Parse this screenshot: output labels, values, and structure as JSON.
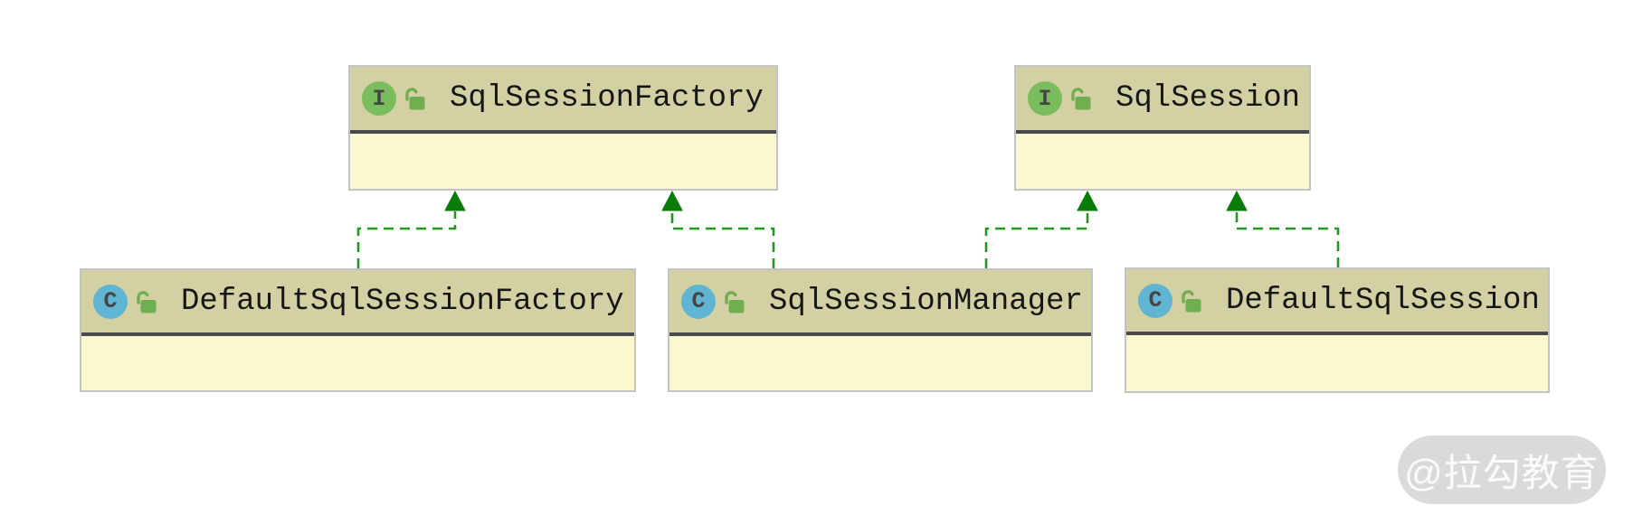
{
  "diagram": {
    "type": "uml-class-diagram",
    "nodes": [
      {
        "name": "SqlSessionFactory",
        "kind": "interface",
        "badge": "I",
        "icons": [
          "interface-icon",
          "unlocked-icon"
        ]
      },
      {
        "name": "SqlSession",
        "kind": "interface",
        "badge": "I",
        "icons": [
          "interface-icon",
          "unlocked-icon"
        ]
      },
      {
        "name": "DefaultSqlSessionFactory",
        "kind": "class",
        "badge": "C",
        "icons": [
          "class-icon",
          "unlocked-icon"
        ]
      },
      {
        "name": "SqlSessionManager",
        "kind": "class",
        "badge": "C",
        "icons": [
          "class-icon",
          "unlocked-icon"
        ]
      },
      {
        "name": "DefaultSqlSession",
        "kind": "class",
        "badge": "C",
        "icons": [
          "class-icon",
          "unlocked-icon"
        ]
      }
    ],
    "edges": [
      {
        "from": "DefaultSqlSessionFactory",
        "to": "SqlSessionFactory",
        "type": "implements",
        "style": "dashed-green-filled-triangle"
      },
      {
        "from": "SqlSessionManager",
        "to": "SqlSessionFactory",
        "type": "implements",
        "style": "dashed-green-filled-triangle"
      },
      {
        "from": "SqlSessionManager",
        "to": "SqlSession",
        "type": "implements",
        "style": "dashed-green-filled-triangle"
      },
      {
        "from": "DefaultSqlSession",
        "to": "SqlSession",
        "type": "implements",
        "style": "dashed-green-filled-triangle"
      }
    ],
    "colors": {
      "header_bg": "#d3d0a4",
      "body_bg": "#fbf8d0",
      "node_border": "#c4c4c4",
      "separator": "#4a4a4a",
      "edge_green": "#22981f",
      "arrowhead_green": "#077d07",
      "interface_badge": "#79bd5e",
      "class_badge": "#5fb5d2",
      "lock_green": "#6faf4f",
      "title_text": "#161616",
      "watermark_bg": "#dadada",
      "watermark_text": "#fbfbfb"
    }
  },
  "watermark": {
    "text": "@拉勾教育"
  }
}
